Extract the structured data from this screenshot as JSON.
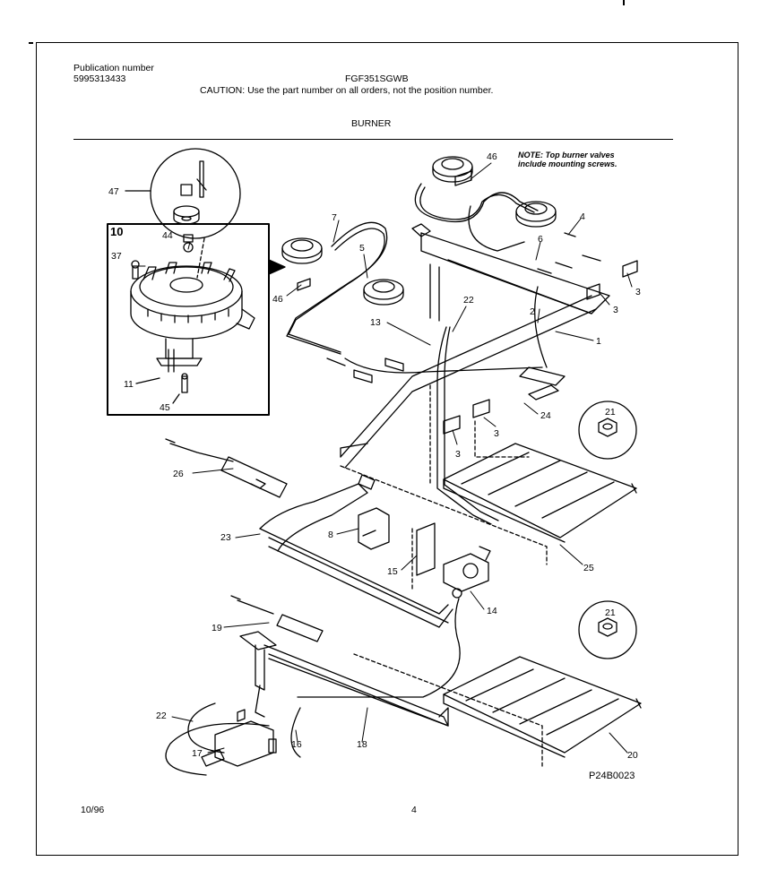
{
  "header": {
    "publication_label": "Publication number",
    "publication_number": "5995313433",
    "model": "FGF351SGWB",
    "caution": "CAUTION:  Use the part number on all orders, not the position number.",
    "section_title": "BURNER"
  },
  "note": {
    "line1": "NOTE: Top burner valves",
    "line2": "include mounting screws."
  },
  "callouts": {
    "c47": "47",
    "c10": "10",
    "c44": "44",
    "c37": "37",
    "c11": "11",
    "c45": "45",
    "c7": "7",
    "c5": "5",
    "c46a": "46",
    "c46b": "46",
    "c4": "4",
    "c6": "6",
    "c3a": "3",
    "c3b": "3",
    "c3c": "3",
    "c3d": "3",
    "c2": "2",
    "c1": "1",
    "c22a": "22",
    "c13": "13",
    "c24": "24",
    "c21a": "21",
    "c26": "26",
    "c23": "23",
    "c8": "8",
    "c15": "15",
    "c14": "14",
    "c25": "25",
    "c19": "19",
    "c21b": "21",
    "c22b": "22",
    "c17": "17",
    "c16": "16",
    "c18": "18",
    "c20": "20"
  },
  "footer": {
    "drawing_code": "P24B0023",
    "date": "10/96",
    "page": "4"
  }
}
